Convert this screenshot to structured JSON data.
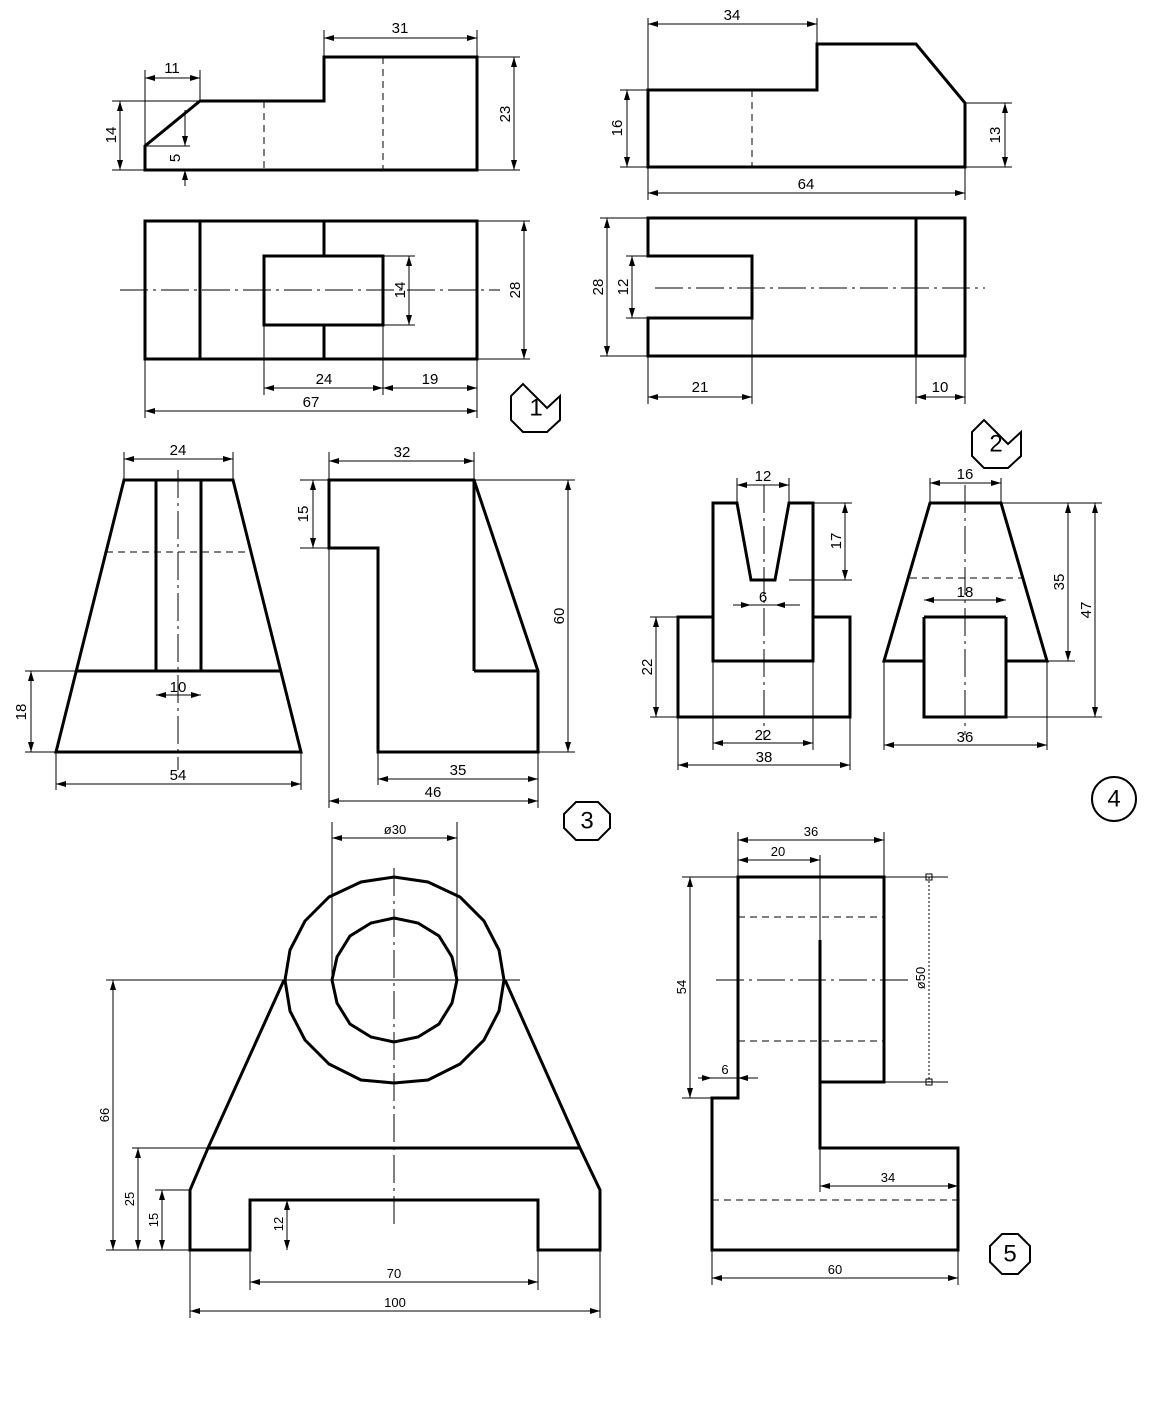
{
  "views": [
    {
      "number": "1",
      "dims": [
        "11",
        "31",
        "14",
        "5",
        "23",
        "28",
        "14",
        "24",
        "19",
        "67"
      ]
    },
    {
      "number": "2",
      "dims": [
        "34",
        "16",
        "13",
        "64",
        "28",
        "12",
        "21",
        "10"
      ]
    },
    {
      "number": "3",
      "dims": [
        "24",
        "10",
        "18",
        "54",
        "32",
        "15",
        "60",
        "35",
        "46"
      ]
    },
    {
      "number": "4",
      "dims": [
        "12",
        "17",
        "6",
        "22",
        "22",
        "38",
        "16",
        "18",
        "35",
        "47",
        "36"
      ]
    },
    {
      "number": "5",
      "dims": [
        "ø30",
        "66",
        "25",
        "15",
        "12",
        "70",
        "100",
        "36",
        "20",
        "54",
        "ø50",
        "6",
        "34",
        "60"
      ]
    }
  ]
}
